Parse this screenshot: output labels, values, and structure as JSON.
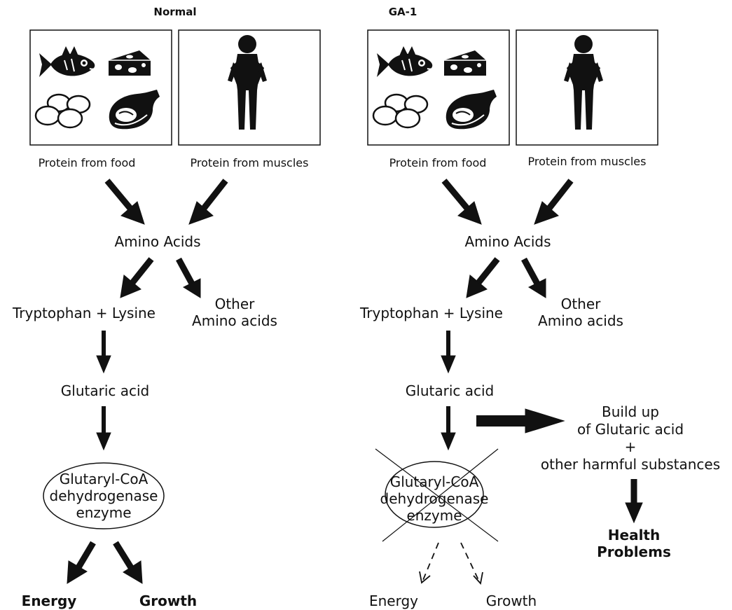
{
  "normal": {
    "title": "Normal",
    "protein_food": "Protein from food",
    "protein_muscles": "Protein from muscles",
    "amino_acids": "Amino Acids",
    "trp_lys": "Tryptophan + Lysine",
    "other_aa": [
      "Other",
      "Amino acids"
    ],
    "glutaric_acid": "Glutaric acid",
    "enzyme": [
      "Glutaryl-CoA",
      "dehydrogenase",
      "enzyme"
    ],
    "energy": "Energy",
    "growth": "Growth"
  },
  "ga1": {
    "title": "GA-1",
    "protein_food": "Protein from food",
    "protein_muscles": "Protein from muscles",
    "amino_acids": "Amino Acids",
    "trp_lys": "Tryptophan + Lysine",
    "other_aa": [
      "Other",
      "Amino acids"
    ],
    "glutaric_acid": "Glutaric acid",
    "enzyme": [
      "Glutaryl-CoA",
      "dehydrogenase",
      "enzyme"
    ],
    "buildup": [
      "Build up",
      "of Glutaric acid",
      "+",
      "other harmful substances"
    ],
    "health": [
      "Health",
      "Problems"
    ],
    "energy": "Energy",
    "growth": "Growth"
  },
  "colors": {
    "ink": "#111111",
    "background": "#ffffff"
  },
  "icons": [
    "fish-icon",
    "cheese-icon",
    "eggs-icon",
    "meat-icon",
    "person-icon",
    "cross-out-mark"
  ]
}
